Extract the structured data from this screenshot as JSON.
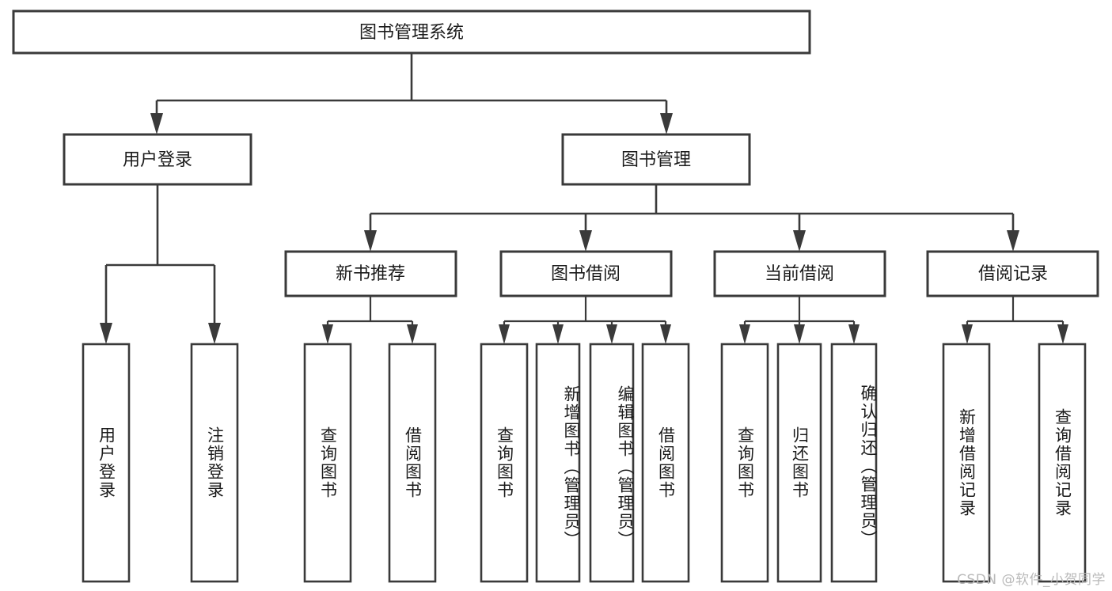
{
  "diagram": {
    "title": "图书管理系统",
    "type": "tree-hierarchy",
    "root": {
      "label": "图书管理系统"
    },
    "level2": [
      {
        "label": "用户登录"
      },
      {
        "label": "图书管理"
      }
    ],
    "level3": [
      {
        "label": "新书推荐"
      },
      {
        "label": "图书借阅"
      },
      {
        "label": "当前借阅"
      },
      {
        "label": "借阅记录"
      }
    ],
    "leaves": {
      "user_login": [
        {
          "label": "用户登录"
        },
        {
          "label": "注销登录"
        }
      ],
      "new_book_recommend": [
        {
          "label": "查询图书"
        },
        {
          "label": "借阅图书"
        }
      ],
      "book_borrow": [
        {
          "label": "查询图书"
        },
        {
          "label": "新增图书（管理员）"
        },
        {
          "label": "编辑图书（管理员）"
        },
        {
          "label": "借阅图书"
        }
      ],
      "current_borrow": [
        {
          "label": "查询图书"
        },
        {
          "label": "归还图书"
        },
        {
          "label": "确认归还（管理员）"
        }
      ],
      "borrow_record": [
        {
          "label": "新增借阅记录"
        },
        {
          "label": "查询借阅记录"
        }
      ]
    },
    "watermark": "CSDN @软件_小贺同学",
    "colors": {
      "stroke": "#3a3a3a",
      "fill": "#ffffff",
      "text": "#1b1b1b",
      "watermark": "#b9b9b9"
    }
  }
}
